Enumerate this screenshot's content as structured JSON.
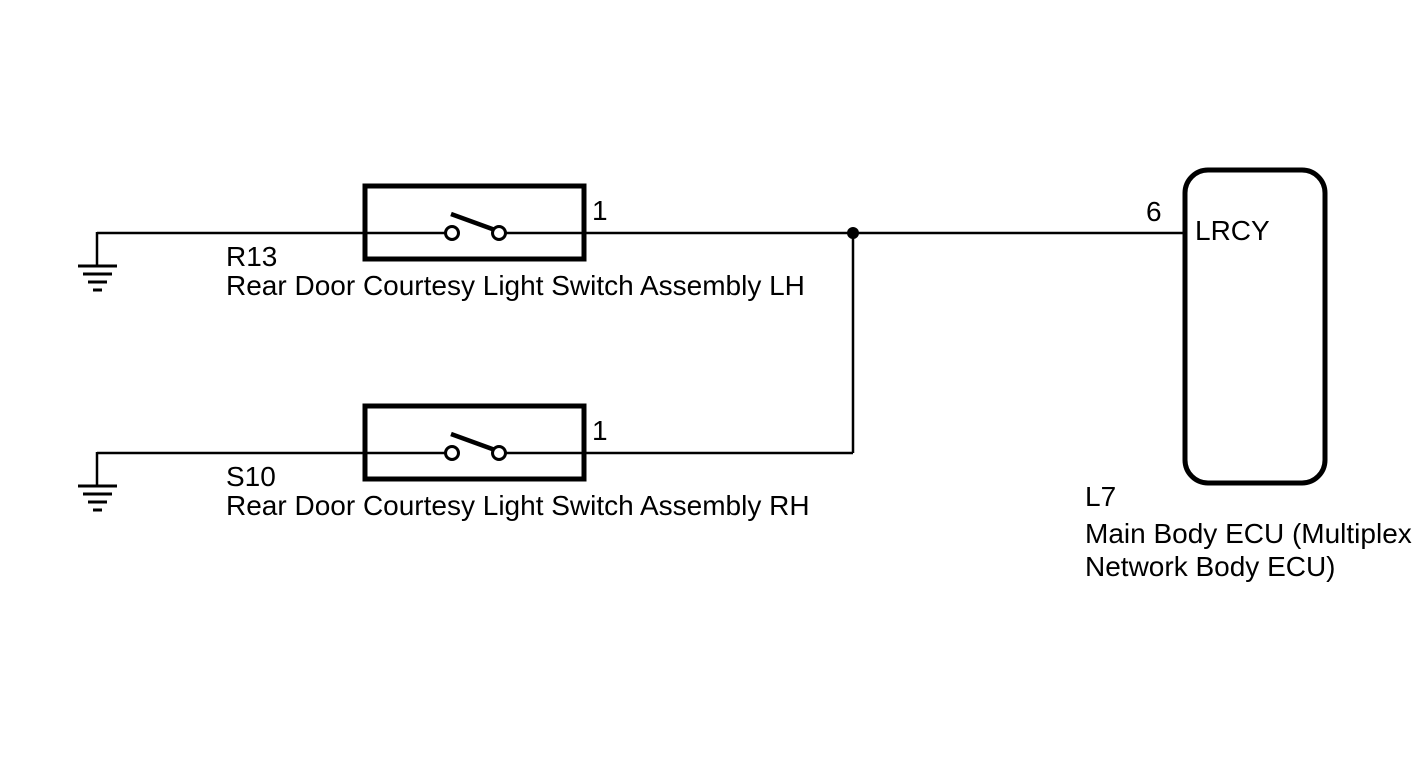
{
  "page": {
    "background_color": "#ffffff",
    "line_color": "#000000"
  },
  "switch_lh": {
    "code": "R13",
    "name": "Rear Door Courtesy Light Switch Assembly LH",
    "pin": "1"
  },
  "switch_rh": {
    "code": "S10",
    "name": "Rear Door Courtesy Light Switch Assembly RH",
    "pin": "1"
  },
  "ecu": {
    "code": "L7",
    "pin": "6",
    "terminal_label": "LRCY",
    "name_lines": [
      "Main Body ECU (Multiplex",
      "Network Body ECU)"
    ]
  },
  "symbols": {
    "ground_lh": "ground-symbol",
    "ground_rh": "ground-symbol",
    "switch_lh": "open-switch-contact",
    "switch_rh": "open-switch-contact",
    "junction": "wire-junction-dot"
  }
}
